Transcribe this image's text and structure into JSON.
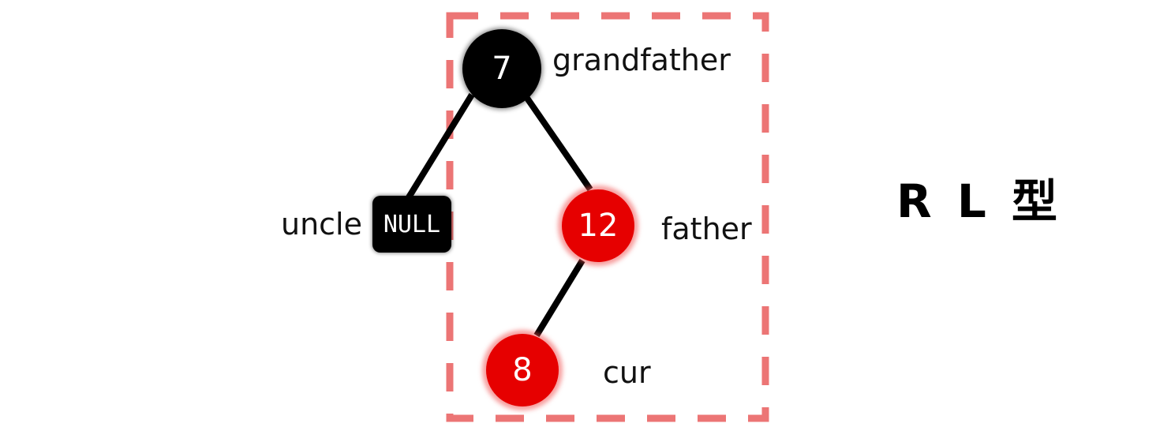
{
  "diagram": {
    "type": "red-black-tree-rotation-case",
    "case_label": "R L 型",
    "colors": {
      "black_node": "#000000",
      "red_node": "#e60000",
      "highlight_box": "#ec7575",
      "edge": "#000000"
    },
    "nodes": [
      {
        "id": "grandfather",
        "value": "7",
        "color": "black",
        "role_label": "grandfather"
      },
      {
        "id": "uncle",
        "value": "NULL",
        "color": "black",
        "role_label": "uncle"
      },
      {
        "id": "father",
        "value": "12",
        "color": "red",
        "role_label": "father"
      },
      {
        "id": "cur",
        "value": "8",
        "color": "red",
        "role_label": "cur"
      }
    ],
    "edges": [
      {
        "from": "grandfather",
        "to": "uncle"
      },
      {
        "from": "grandfather",
        "to": "father"
      },
      {
        "from": "father",
        "to": "cur"
      }
    ]
  }
}
